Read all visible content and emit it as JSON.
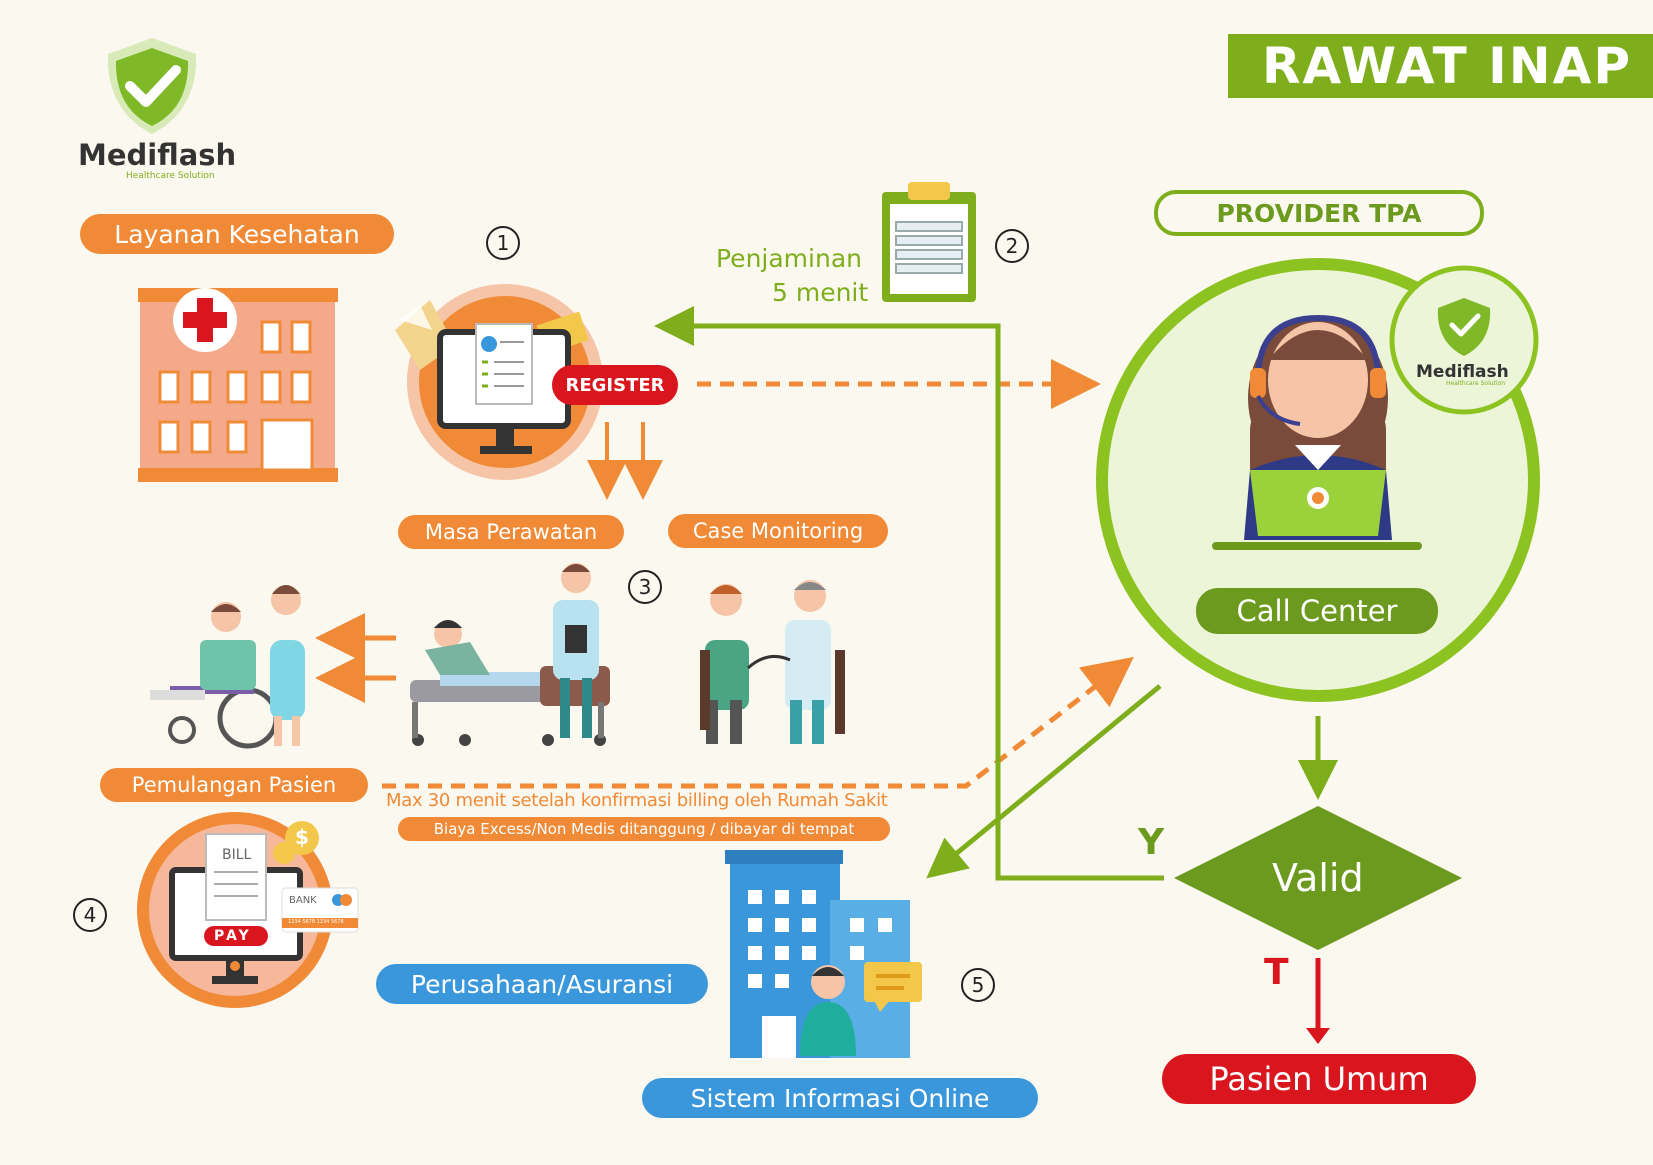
{
  "header": {
    "title": "RAWAT INAP"
  },
  "logo": {
    "name": "Mediflash",
    "tagline": "Healthcare Solution"
  },
  "badge_logo": {
    "name": "Mediflash",
    "tagline": "Healthcare Solution"
  },
  "labels": {
    "layanan": "Layanan Kesehatan",
    "register": "REGISTER",
    "penjaminan_line1": "Penjaminan",
    "penjaminan_line2": "5 menit",
    "provider": "PROVIDER TPA",
    "call_center": "Call Center",
    "masa": "Masa Perawatan",
    "case": "Case Monitoring",
    "pemulangan": "Pemulangan Pasien",
    "max30": "Max 30 menit setelah konfirmasi billing oleh Rumah Sakit",
    "biaya": "Biaya Excess/Non Medis ditanggung / dibayar di tempat",
    "perusahaan": "Perusahaan/Asuransi",
    "sistem": "Sistem Informasi Online",
    "valid": "Valid",
    "y": "Y",
    "t": "T",
    "pasien_umum": "Pasien Umum",
    "bill": "BILL",
    "pay": "PAY",
    "bank": "BANK",
    "card_number": "1234 5678 1234 5678",
    "dollar": "$"
  },
  "steps": [
    "1",
    "2",
    "3",
    "4",
    "5"
  ],
  "colors": {
    "green": "#7fae1c",
    "orange": "#f08a36",
    "blue": "#3a97db",
    "red": "#d9161e",
    "background": "#fbf8ef"
  },
  "icons": [
    "shield-check-icon",
    "hospital-icon",
    "computer-register-icon",
    "clipboard-icon",
    "call-center-agent-icon",
    "wheelchair-nurse-icon",
    "hospital-bed-doctor-icon",
    "doctor-consultation-icon",
    "bill-payment-icon",
    "office-building-icon"
  ]
}
